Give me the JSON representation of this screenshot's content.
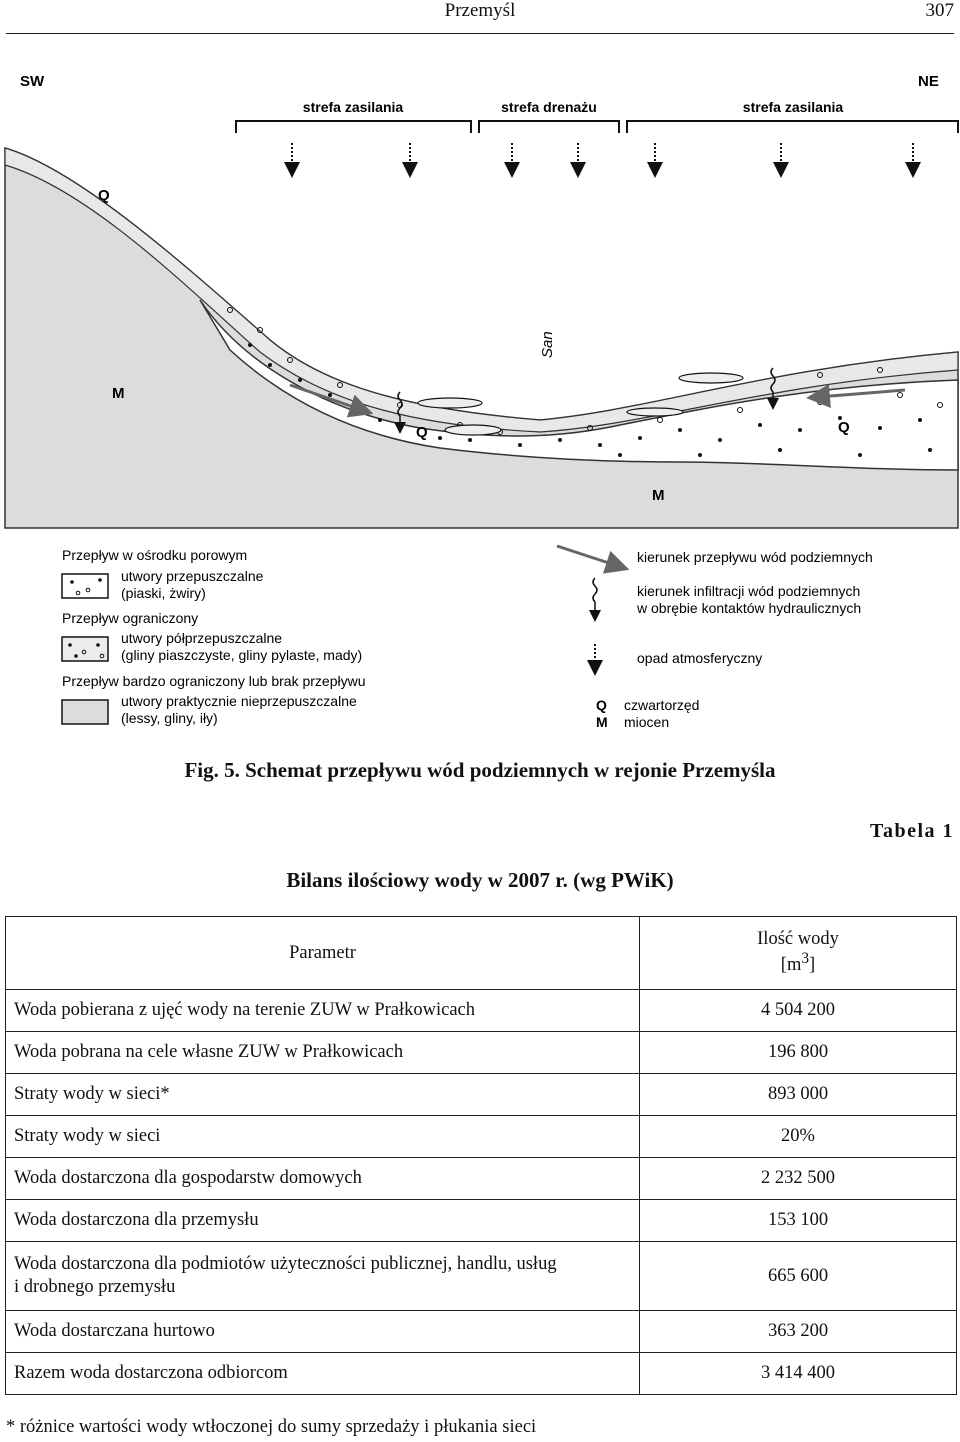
{
  "header": {
    "title": "Przemyśl",
    "page": "307"
  },
  "figure": {
    "dir_left": "SW",
    "dir_right": "NE",
    "zones": [
      "strefa zasilania",
      "strefa drenażu",
      "strefa zasilania"
    ],
    "labels": {
      "q": "Q",
      "m": "M",
      "river": "San"
    },
    "legend": {
      "porous_heading": "Przepływ w ośrodku porowym",
      "permeable_1": "utwory przepuszczalne",
      "permeable_2": "(piaski, żwiry)",
      "limited_heading": "Przepływ ograniczony",
      "semi_1": "utwory półprzepuszczalne",
      "semi_2": "(gliny piaszczyste, gliny pylaste, mady)",
      "very_limited_heading": "Przepływ bardzo ograniczony lub brak przepływu",
      "imperm_1": "utwory praktycznie nieprzepuszczalne",
      "imperm_2": "(lessy, gliny, iły)",
      "flow_dir": "kierunek przepływu wód podziemnych",
      "infil_1": "kierunek infiltracji wód podziemnych",
      "infil_2": "w obrębie kontaktów hydraulicznych",
      "precip": "opad atmosferyczny",
      "q_code": "Q",
      "q_desc": "czwartorzęd",
      "m_code": "M",
      "m_desc": "miocen"
    },
    "caption": "Fig. 5. Schemat przepływu wód podziemnych w rejonie Przemyśla"
  },
  "table": {
    "label": "Tabela 1",
    "title": "Bilans ilościowy wody w 2007 r. (wg PWiK)",
    "col_param": "Parametr",
    "col_amount_1": "Ilość wody",
    "col_amount_unit": "[m",
    "col_amount_sup": "3",
    "col_amount_close": "]",
    "rows": [
      {
        "param": "Woda pobierana z ujęć wody na terenie ZUW w Prałkowicach",
        "value": "4 504 200"
      },
      {
        "param": "Woda pobrana na cele własne ZUW w Prałkowicach",
        "value": "196 800"
      },
      {
        "param": "Straty wody w sieci*",
        "value": "893 000"
      },
      {
        "param": "Straty wody w sieci",
        "value": "20%"
      },
      {
        "param": "Woda dostarczona dla gospodarstw domowych",
        "value": "2 232 500"
      },
      {
        "param": "Woda dostarczona dla przemysłu",
        "value": "153 100"
      },
      {
        "param": "Woda dostarczona dla podmiotów użyteczności publicznej, handlu, usług",
        "param_2": "i drobnego przemysłu",
        "value": "665 600"
      },
      {
        "param": "Woda dostarczana hurtowo",
        "value": "363 200"
      },
      {
        "param": "Razem woda dostarczona odbiorcom",
        "value": "3 414 400"
      }
    ],
    "footnote": "* różnice wartości wody wtłoczonej do sumy sprzedaży i płukania sieci"
  }
}
